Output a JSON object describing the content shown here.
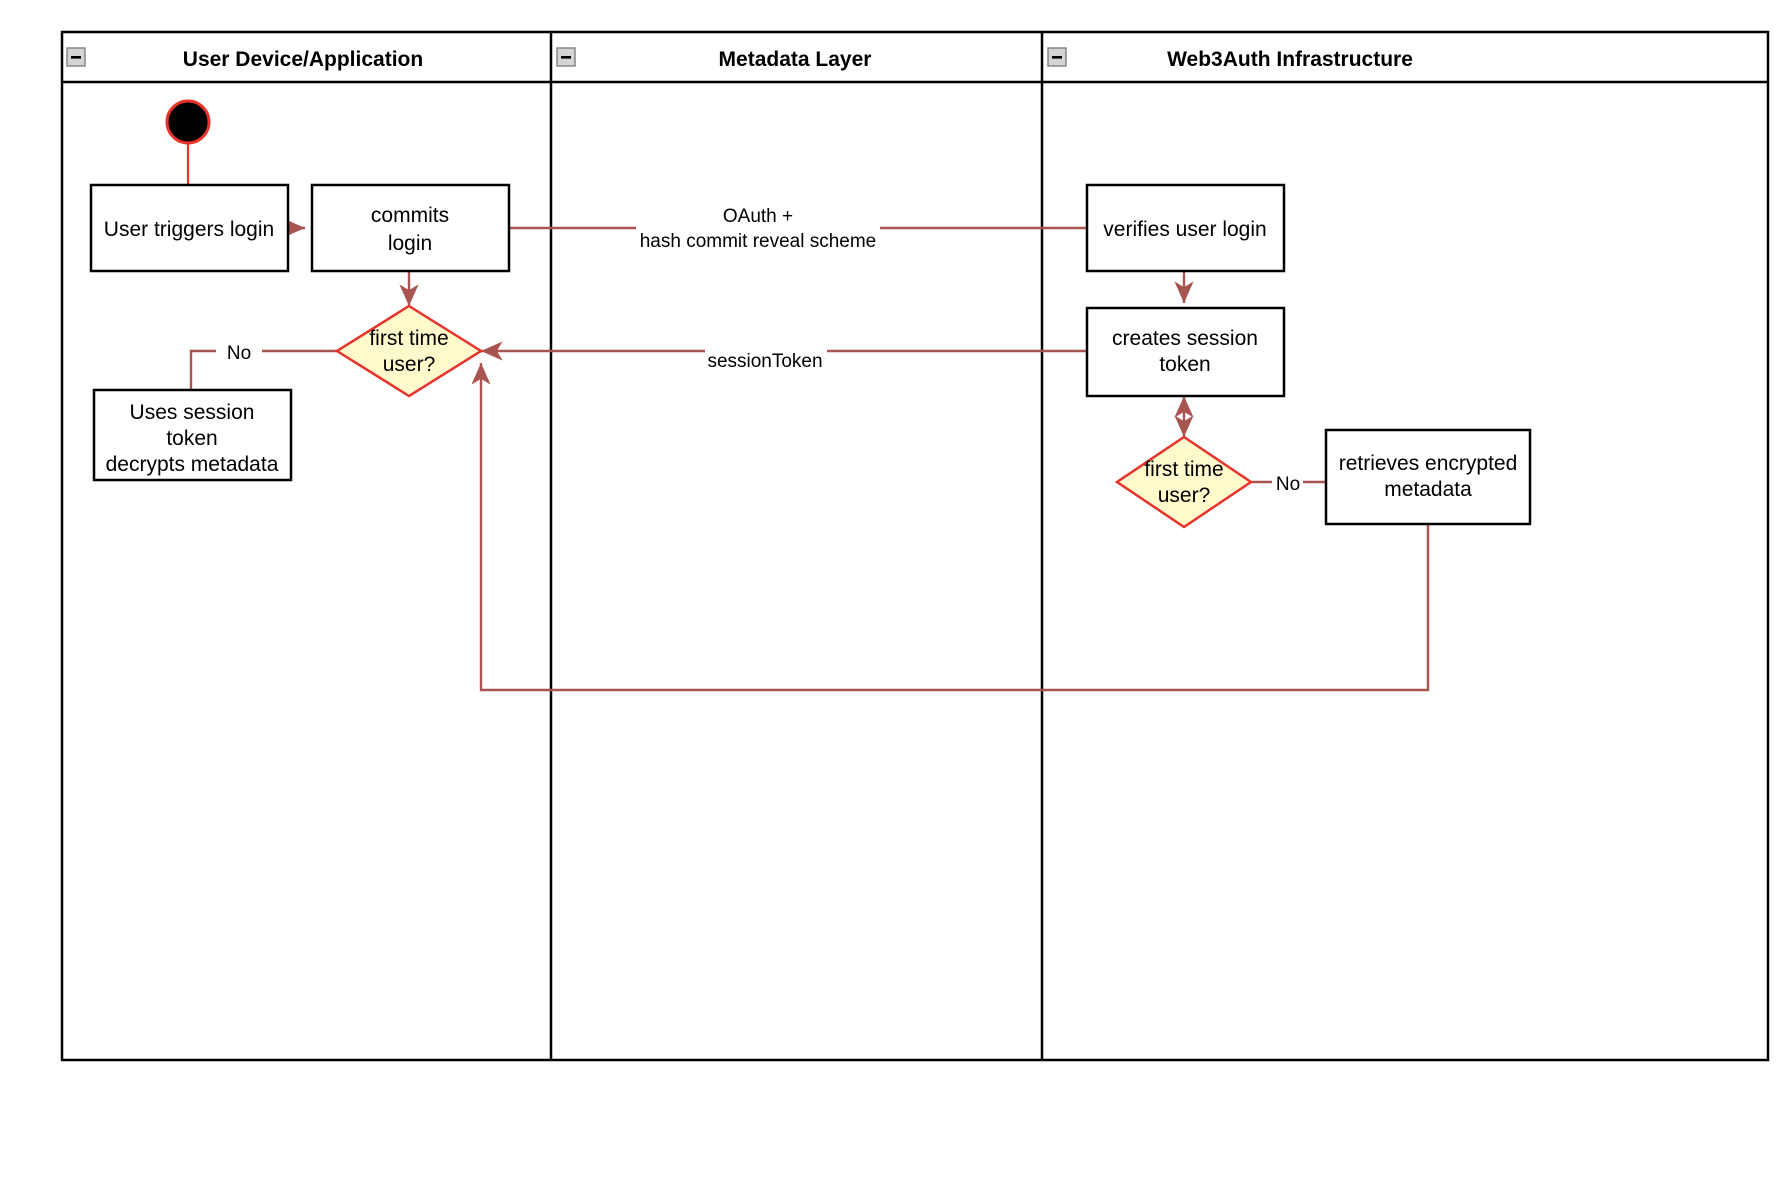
{
  "diagram": {
    "type": "swimlane-activity-diagram",
    "lanes": [
      {
        "id": "lane-user-device",
        "title": "User Device/Application",
        "collapse_icon": "minus-icon"
      },
      {
        "id": "lane-metadata",
        "title": "Metadata Layer",
        "collapse_icon": "minus-icon"
      },
      {
        "id": "lane-web3auth",
        "title": "Web3Auth Infrastructure",
        "collapse_icon": "minus-icon"
      }
    ],
    "nodes": [
      {
        "id": "start",
        "lane": "lane-user-device",
        "shape": "initial-node",
        "label": ""
      },
      {
        "id": "user-triggers-login",
        "lane": "lane-user-device",
        "shape": "activity",
        "label": "User triggers login"
      },
      {
        "id": "commits-login",
        "lane": "lane-user-device",
        "shape": "activity",
        "label_line1": "commits",
        "label_line2": "login"
      },
      {
        "id": "first-time-user-client",
        "lane": "lane-user-device",
        "shape": "decision",
        "label_line1": "first time",
        "label_line2": "user?"
      },
      {
        "id": "uses-session-token",
        "lane": "lane-user-device",
        "shape": "activity",
        "label_line1": "Uses session",
        "label_line2": "token",
        "label_line3": "decrypts metadata"
      },
      {
        "id": "verifies-user-login",
        "lane": "lane-web3auth",
        "shape": "activity",
        "label": "verifies user login"
      },
      {
        "id": "creates-session-token",
        "lane": "lane-web3auth",
        "shape": "activity",
        "label_line1": "creates session",
        "label_line2": "token"
      },
      {
        "id": "first-time-user-server",
        "lane": "lane-web3auth",
        "shape": "decision",
        "label_line1": "first time",
        "label_line2": "user?"
      },
      {
        "id": "retrieves-encrypted-metadata",
        "lane": "lane-web3auth",
        "shape": "activity",
        "label_line1": "retrieves encrypted",
        "label_line2": "metadata"
      }
    ],
    "edges": [
      {
        "id": "edge-start-to-trigger",
        "from": "start",
        "to": "user-triggers-login",
        "label": ""
      },
      {
        "id": "edge-trigger-to-commits",
        "from": "user-triggers-login",
        "to": "commits-login",
        "label": ""
      },
      {
        "id": "edge-commits-to-verifies",
        "from": "commits-login",
        "to": "verifies-user-login",
        "label_line1": "OAuth +",
        "label_line2": "hash commit reveal scheme"
      },
      {
        "id": "edge-commits-to-decision",
        "from": "commits-login",
        "to": "first-time-user-client",
        "label": ""
      },
      {
        "id": "edge-decision-no-to-session",
        "from": "first-time-user-client",
        "to": "uses-session-token",
        "label": "No"
      },
      {
        "id": "edge-verifies-to-creates",
        "from": "verifies-user-login",
        "to": "creates-session-token",
        "label": ""
      },
      {
        "id": "edge-creates-to-client-decision",
        "from": "creates-session-token",
        "to": "first-time-user-client",
        "label": "sessionToken"
      },
      {
        "id": "edge-creates-to-server-decision",
        "from": "creates-session-token",
        "to": "first-time-user-server",
        "label": ""
      },
      {
        "id": "edge-server-decision-no",
        "from": "first-time-user-server",
        "to": "retrieves-encrypted-metadata",
        "label": "No"
      },
      {
        "id": "edge-metadata-return",
        "from": "retrieves-encrypted-metadata",
        "to": "first-time-user-client",
        "label": ""
      }
    ],
    "colors": {
      "decision_fill": "#fff9cc",
      "decision_stroke": "#e8322a",
      "flow_stroke": "#a85450",
      "node_stroke": "#000000",
      "node_fill": "#ffffff",
      "start_fill": "#000000"
    }
  }
}
